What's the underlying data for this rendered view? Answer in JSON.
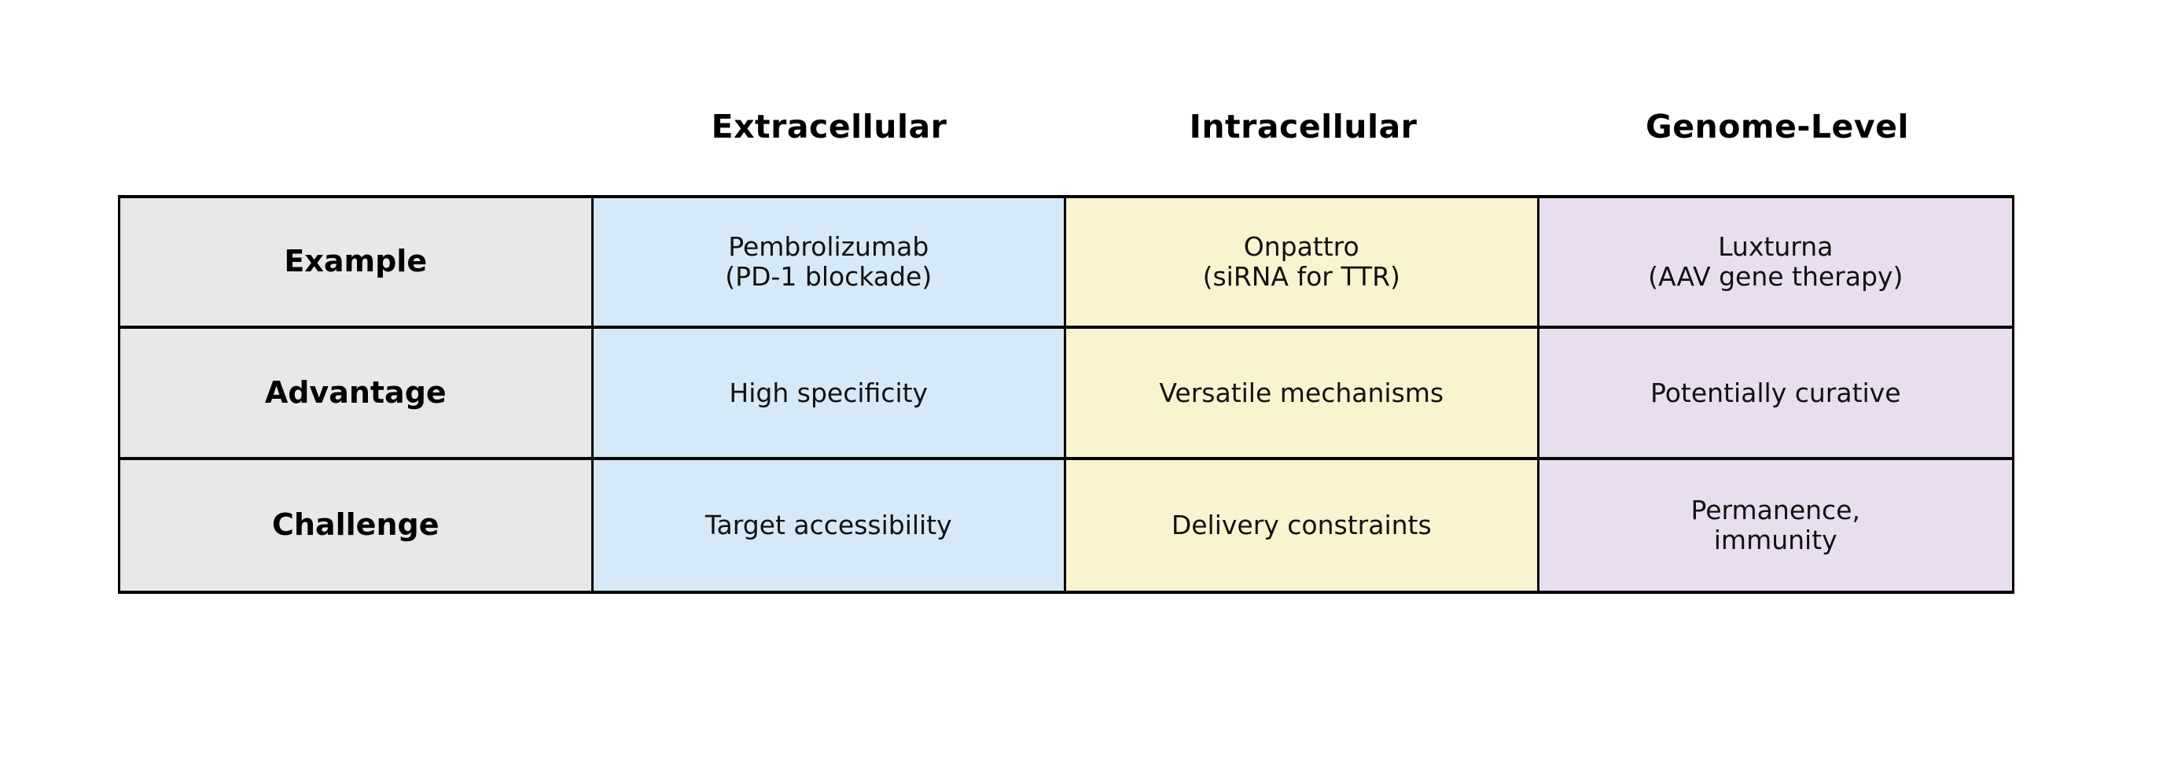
{
  "figure": {
    "background": "#ffffff"
  },
  "chart_data": {
    "type": "table",
    "title": "",
    "column_headers": [
      "Extracellular",
      "Intracellular",
      "Genome-Level"
    ],
    "row_headers": [
      "Example",
      "Advantage",
      "Challenge"
    ],
    "cells": [
      [
        "Pembrolizumab\n(PD-1 blockade)",
        "Onpattro\n(siRNA for TTR)",
        "Luxturna\n(AAV gene therapy)"
      ],
      [
        "High specificity",
        "Versatile mechanisms",
        "Potentially curative"
      ],
      [
        "Target accessibility",
        "Delivery constraints",
        "Permanence,\nimmunity"
      ]
    ],
    "column_colors": [
      "#d6e9f8",
      "#faf3d0",
      "#e8def0"
    ],
    "row_header_color": "#e8e8e8",
    "border_color": "#000000",
    "text_color": "#111111",
    "legend_position": "none",
    "grid": "table-borders"
  }
}
